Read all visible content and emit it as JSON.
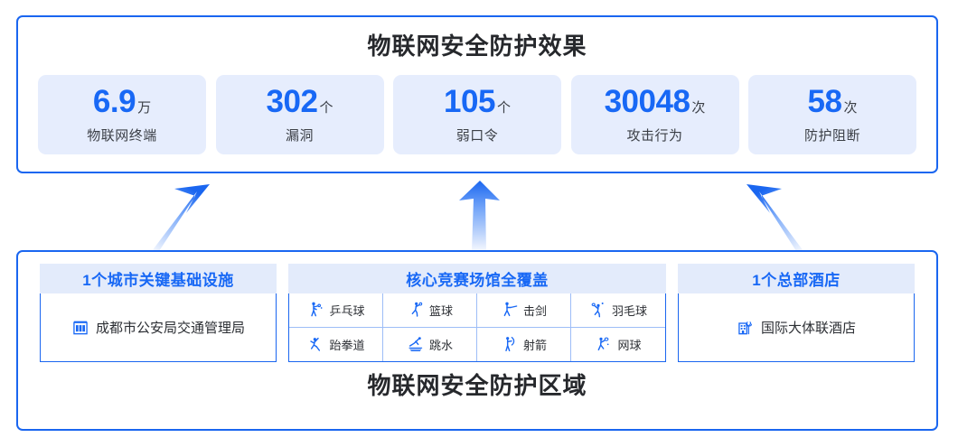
{
  "theme": {
    "border_blue": "#1a66f0",
    "number_blue": "#1868f5",
    "card_bg": "#e6edfd",
    "header_bg": "#e3ebfb",
    "title_color": "#26282c"
  },
  "top": {
    "title": "物联网安全防护效果",
    "stats": [
      {
        "value": "6.9",
        "unit": "万",
        "label": "物联网终端"
      },
      {
        "value": "302",
        "unit": "个",
        "label": "漏洞"
      },
      {
        "value": "105",
        "unit": "个",
        "label": "弱口令"
      },
      {
        "value": "30048",
        "unit": "次",
        "label": "攻击行为"
      },
      {
        "value": "58",
        "unit": "次",
        "label": "防护阻断"
      }
    ]
  },
  "arrows": [
    {
      "name": "arrow-up-right",
      "direction": "up-right"
    },
    {
      "name": "arrow-up",
      "direction": "up"
    },
    {
      "name": "arrow-up-left",
      "direction": "up-left"
    }
  ],
  "bottom": {
    "title": "物联网安全防护区域",
    "left_panel": {
      "header": "1个城市关键基础设施",
      "item": {
        "icon": "government-building-icon",
        "label": "成都市公安局交通管理局"
      }
    },
    "mid_panel": {
      "header": "核心竞赛场馆全覆盖",
      "sports": [
        {
          "icon": "table-tennis-icon",
          "label": "乒乓球"
        },
        {
          "icon": "basketball-icon",
          "label": "篮球"
        },
        {
          "icon": "fencing-icon",
          "label": "击剑"
        },
        {
          "icon": "badminton-icon",
          "label": "羽毛球"
        },
        {
          "icon": "taekwondo-icon",
          "label": "跆拳道"
        },
        {
          "icon": "diving-icon",
          "label": "跳水"
        },
        {
          "icon": "archery-icon",
          "label": "射箭"
        },
        {
          "icon": "tennis-icon",
          "label": "网球"
        }
      ]
    },
    "right_panel": {
      "header": "1个总部酒店",
      "item": {
        "icon": "hotel-icon",
        "label": "国际大体联酒店"
      }
    }
  }
}
